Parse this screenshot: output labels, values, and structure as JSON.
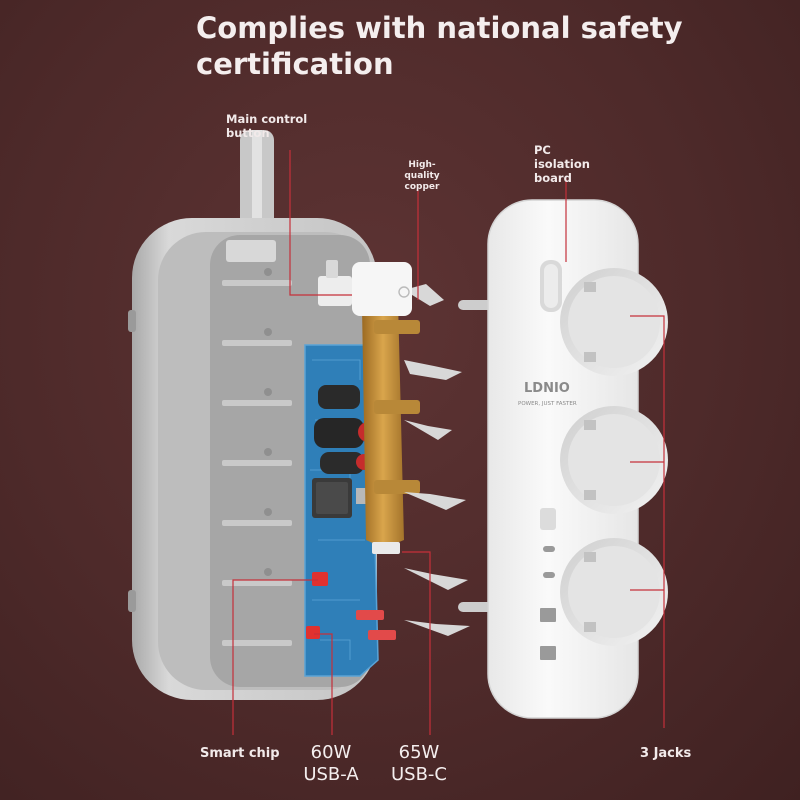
{
  "headline": "Complies with national safety certification",
  "callouts": {
    "main_control": "Main control button",
    "copper": "High-quality copper",
    "pc_board": "PC isolation board",
    "smart_chip": "Smart chip",
    "jacks": "3 Jacks"
  },
  "specs": {
    "usb_a_power": "60W",
    "usb_a_type": "USB-A",
    "usb_c_power": "65W",
    "usb_c_type": "USB-C"
  },
  "brand": {
    "logo": "LDNIO",
    "slogan": "POWER, JUST FASTER"
  },
  "colors": {
    "background": "#4e2a2a",
    "leader_line": "#c5303a",
    "pcb": "#2f7fb8",
    "copper": "#c9923a",
    "housing": "#d9d9d9",
    "cover": "#f4f4f4"
  }
}
